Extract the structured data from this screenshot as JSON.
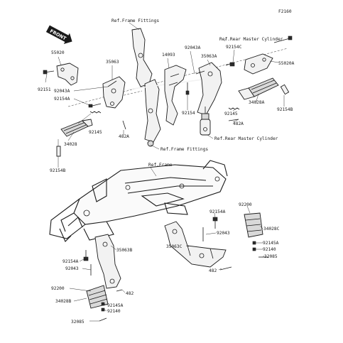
{
  "figure_code": "F2160",
  "front_label": "FRONT",
  "references": {
    "frame_fittings_top": "Ref.Frame Fittings",
    "frame_fittings_mid": "Ref.Frame Fittings",
    "rear_master_cylinder_top": "Ref.Rear Master Cylinder",
    "rear_master_cylinder_mid": "Ref.Rear Master Cylinder",
    "frame": "Ref.Frame"
  },
  "parts": {
    "p55020": "55020",
    "p92151": "92151",
    "p35063_top": "35063",
    "p92043A_left": "92043A",
    "p92154A_left": "92154A",
    "p92145_left": "92145",
    "p482A_left": "482A",
    "p34028": "34028",
    "p92154B_left": "92154B",
    "p14093": "14093",
    "p92043A_mid": "92043A",
    "p35063A": "35063A",
    "p92154C": "92154C",
    "p55020A": "55020A",
    "p34028A": "34028A",
    "p92154B_right": "92154B",
    "p92145_right": "92145",
    "p92154_mid": "92154",
    "p482A_right": "482A",
    "p92200_right": "92200",
    "p92154A_right": "92154A",
    "p34028C": "34028C",
    "p92043_right": "92043",
    "p35063C": "35063C",
    "p92145A_right": "92145A",
    "p92140_right": "92140",
    "p32085_right": "32085",
    "p482_right": "482",
    "p35063B": "35063B",
    "p92154A_bottom": "92154A",
    "p92043_bottom": "92043",
    "p92200_bottom": "92200",
    "p482_bottom": "482",
    "p34028B": "34028B",
    "p92145A_bottom": "92145A",
    "p92140_bottom": "92140",
    "p32085_bottom": "32085"
  }
}
